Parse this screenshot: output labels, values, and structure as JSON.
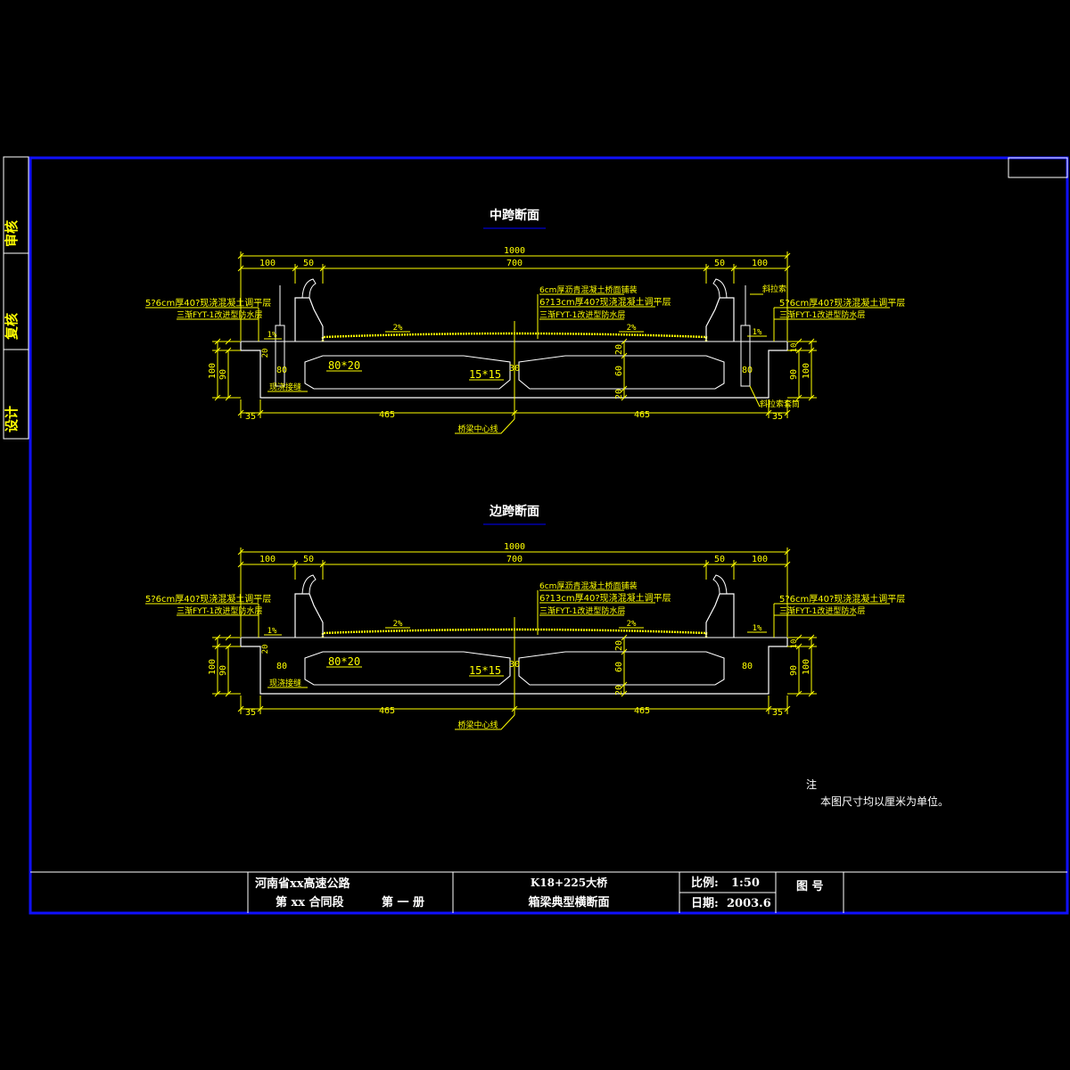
{
  "colors": {
    "background": "#000000",
    "frame": "#1010ff",
    "structure": "#ffffff",
    "annotation": "#ffff00",
    "title_underline": "#0000ff"
  },
  "side_panel": {
    "review": "审核",
    "recheck": "复核",
    "design": "设计"
  },
  "sections": [
    {
      "title": "中跨断面",
      "dims_top": {
        "total": "1000",
        "left_out": "100",
        "left_in": "50",
        "middle": "700",
        "right_in": "50",
        "right_out": "100"
      },
      "dims_bottom": {
        "left_edge": "35",
        "left": "465",
        "right": "465",
        "right_edge": "35"
      },
      "dims_left": {
        "total": "100",
        "inner": "90",
        "top": "20"
      },
      "dims_right": {
        "total": "100",
        "inner": "90",
        "top": "10"
      },
      "dims_center": {
        "top": "20",
        "mid": "60",
        "bottom": "20",
        "web": "30"
      },
      "void_label": "80*20",
      "chamfer_label": "15*15",
      "left_80": "80",
      "right_80": "80",
      "slope_left": "1%",
      "slope_mid_left": "2%",
      "slope_mid_right": "2%",
      "slope_right": "1%",
      "left_note_1": "5?6cm厚40?现浇混凝土调平层",
      "left_note_2": "三渐FYT-1改进型防水层",
      "mid_note_1": "6cm厚沥青混凝土桥面铺装",
      "mid_note_2": "6?13cm厚40?现浇混凝土调平层",
      "mid_note_3": "三渐FYT-1改进型防水层",
      "right_note_1": "5?6cm厚40?现浇混凝土调平层",
      "right_note_2": "三渐FYT-1改进型防水层",
      "cable_label": "斜拉索",
      "cable_sleeve": "斜拉索套筒",
      "cast_joint": "现浇接缝",
      "centerline": "桥梁中心线"
    },
    {
      "title": "边跨断面",
      "dims_top": {
        "total": "1000",
        "left_out": "100",
        "left_in": "50",
        "middle": "700",
        "right_in": "50",
        "right_out": "100"
      },
      "dims_bottom": {
        "left_edge": "35",
        "left": "465",
        "right": "465",
        "right_edge": "35"
      },
      "dims_left": {
        "total": "100",
        "inner": "90",
        "top": "20"
      },
      "dims_right": {
        "total": "100",
        "inner": "90",
        "top": "10"
      },
      "dims_center": {
        "top": "20",
        "mid": "60",
        "bottom": "20",
        "web": "30"
      },
      "void_label": "80*20",
      "chamfer_label": "15*15",
      "left_80": "80",
      "right_80": "80",
      "slope_left": "1%",
      "slope_mid_left": "2%",
      "slope_mid_right": "2%",
      "slope_right": "1%",
      "left_note_1": "5?6cm厚40?现浇混凝土调平层",
      "left_note_2": "三渐FYT-1改进型防水层",
      "mid_note_1": "6cm厚沥青混凝土桥面铺装",
      "mid_note_2": "6?13cm厚40?现浇混凝土调平层",
      "mid_note_3": "三渐FYT-1改进型防水层",
      "right_note_1": "5?6cm厚40?现浇混凝土调平层",
      "right_note_2": "三渐FYT-1改进型防水层",
      "cable_label": "",
      "cable_sleeve": "",
      "cast_joint": "现浇接缝",
      "centerline": "桥梁中心线"
    }
  ],
  "notes": {
    "heading": "注",
    "text": "本图尺寸均以厘米为单位。"
  },
  "title_block": {
    "project": "河南省xx高速公路",
    "contract": "第 xx 合同段",
    "volume": "第 一 册",
    "bridge": "K18+225大桥",
    "drawing_title": "箱梁典型横断面",
    "scale_label": "比例:",
    "scale_value": "1:50",
    "date_label": "日期:",
    "date_value": "2003.6",
    "drawing_no_label": "图 号"
  }
}
